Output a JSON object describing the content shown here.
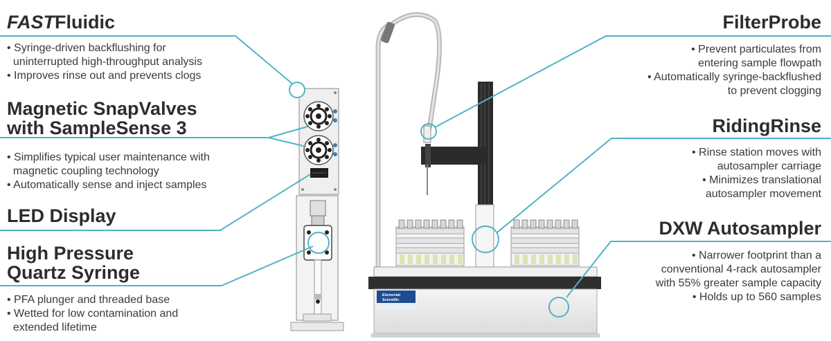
{
  "features_left": [
    {
      "title_italic": "FAST",
      "title_rest": "Fluidic",
      "bullets": [
        "Syringe-driven backflushing for",
        "uninterrupted high-throughput analysis",
        "Improves rinse out and prevents clogs"
      ]
    },
    {
      "title_line1": "Magnetic SnapValves",
      "title_line2": "with SampleSense 3",
      "bullets": [
        "Simplifies typical user maintenance with",
        "magnetic coupling technology",
        "Automatically sense and inject samples"
      ]
    },
    {
      "title_line1": "LED Display"
    },
    {
      "title_line1": "High Pressure",
      "title_line2": "Quartz Syringe",
      "bullets": [
        "PFA plunger and threaded base",
        "Wetted for low contamination and",
        "extended lifetime"
      ]
    }
  ],
  "features_right": [
    {
      "title_line1": "FilterProbe",
      "bullets": [
        "Prevent particulates from",
        "entering sample flowpath",
        "Automatically syringe-backflushed",
        "to prevent clogging"
      ]
    },
    {
      "title_line1": "RidingRinse",
      "bullets": [
        "Rinse station moves with",
        "autosampler carriage",
        "Minimizes translational",
        "autosampler movement"
      ]
    },
    {
      "title_line1": "DXW Autosampler",
      "bullets": [
        "Narrower footprint than a",
        "conventional 4-rack autosampler",
        "with 55% greater sample capacity",
        "Holds up to 560 samples"
      ]
    }
  ],
  "device_label": {
    "brand_line1": "Elemental",
    "brand_line2": "Scientific"
  },
  "colors": {
    "callout": "#4fb3c4",
    "title": "#2d2d2d",
    "body": "#3a3a3a",
    "panel": "#f0f0f0",
    "dark": "#2b2b2b"
  }
}
